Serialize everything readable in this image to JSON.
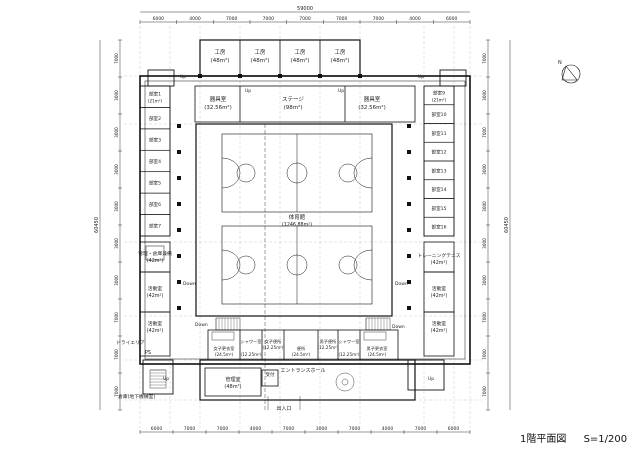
{
  "title": "1階平面図",
  "scale": "S=1/200",
  "dims": {
    "top_total": "59000",
    "top": [
      "6000",
      "4000",
      "7000",
      "7000",
      "7000",
      "7000",
      "7000",
      "4000",
      "6000"
    ],
    "bottom": [
      "6000",
      "7000",
      "7000",
      "4000",
      "7000",
      "3000",
      "7000",
      "4000",
      "7000",
      "6000"
    ],
    "left_total": "60450",
    "right_total": "60450",
    "left": [
      "7000",
      "3000",
      "3000",
      "3000",
      "3000",
      "3000",
      "3000",
      "7000",
      "7000",
      "7000"
    ],
    "right": [
      "7000",
      "3000",
      "7000",
      "3000",
      "3000",
      "3000",
      "3000",
      "7000",
      "7000",
      "7000"
    ]
  },
  "rooms": {
    "workshop": "工房",
    "workshop_area": "(48m²)",
    "waiting_left": "器具室",
    "waiting_left_area": "(32.56m²)",
    "stage": "ステージ",
    "stage_area": "(98m²)",
    "waiting_right": "器具室",
    "waiting_right_area": "(32.56m²)",
    "club_left": [
      "部室1",
      "部室2",
      "部室3",
      "部室4",
      "部室5",
      "部室6",
      "部室7"
    ],
    "club_right": [
      "部室9",
      "部室10",
      "部室11",
      "部室12",
      "部室13",
      "部室14",
      "部室15",
      "部室16"
    ],
    "club_area": "(21m²)",
    "gym": "体育館",
    "gym_area": "(1246.88m²)",
    "storage": "管理・倉庫兼備",
    "storage_area": "(42m²)",
    "activity": "活動室",
    "activity_area": "(42m²)",
    "training": "トレーニングテニス",
    "training_area": "(42m²)",
    "dry_area": "ドライエリア",
    "ps": "PS",
    "women_locker": "女子更衣室",
    "men_locker": "男子更衣室",
    "locker_area": "(24.5m²)",
    "shower_w": "シャワー室",
    "shower_m": "シャワー室",
    "shower_area": "(12.25m²)",
    "toilet": "便所",
    "toilet_area": "(24.5m²)",
    "wc_w": "女子便所",
    "wc_m": "男子便所",
    "wc_area": "(12.25m²)",
    "office": "管理室",
    "office_area": "(48m²)",
    "reception": "受付",
    "entrance_hall": "エントランスホール",
    "entrance": "出入口",
    "north_note": "倉庫(地下機械室)",
    "up": "Up",
    "down": "Down"
  }
}
